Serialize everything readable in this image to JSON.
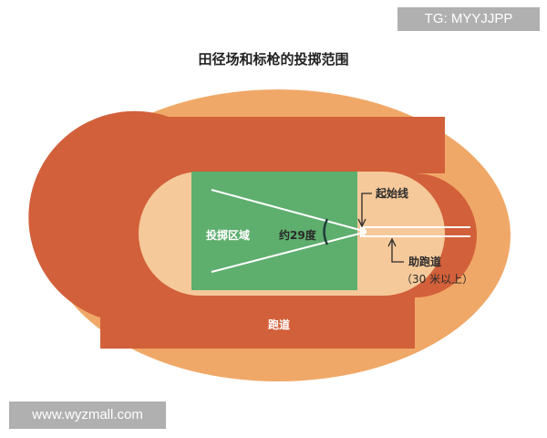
{
  "title": "田径场和标枪的投掷范围",
  "watermark_top": "TG: MYYJJPP",
  "watermark_bottom": "www.wyzmall.com",
  "labels": {
    "throwing_area": "投掷区域",
    "angle": "约29度",
    "start_line": "起始线",
    "runway": "助跑道",
    "runway_note": "（30 米以上）",
    "track": "跑道"
  },
  "colors": {
    "outer_field": "#f0a868",
    "track": "#d2603a",
    "infield": "#f6c99a",
    "throwing_area": "#5eae6e",
    "lines": "#ffffff"
  }
}
